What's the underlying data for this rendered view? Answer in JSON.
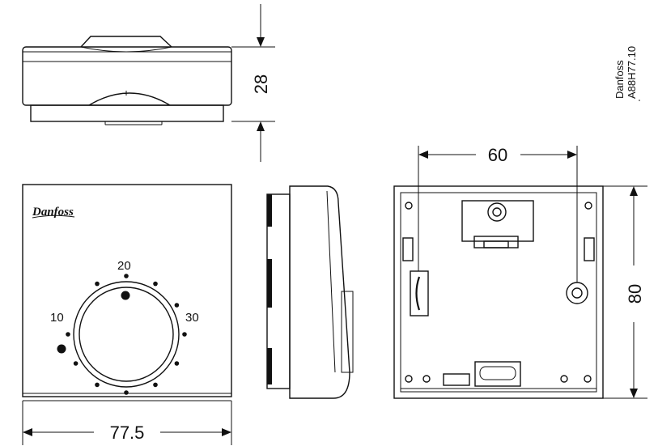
{
  "dimensions": {
    "height": "28",
    "width_front": "77.5",
    "width_back": "60",
    "height_back": "80"
  },
  "reference": {
    "brand": "Danfoss",
    "code": "A88H77.10"
  },
  "logo": {
    "text": "Danfoss"
  },
  "scale_labels": {
    "low": "10",
    "mid": "20",
    "high": "30"
  }
}
